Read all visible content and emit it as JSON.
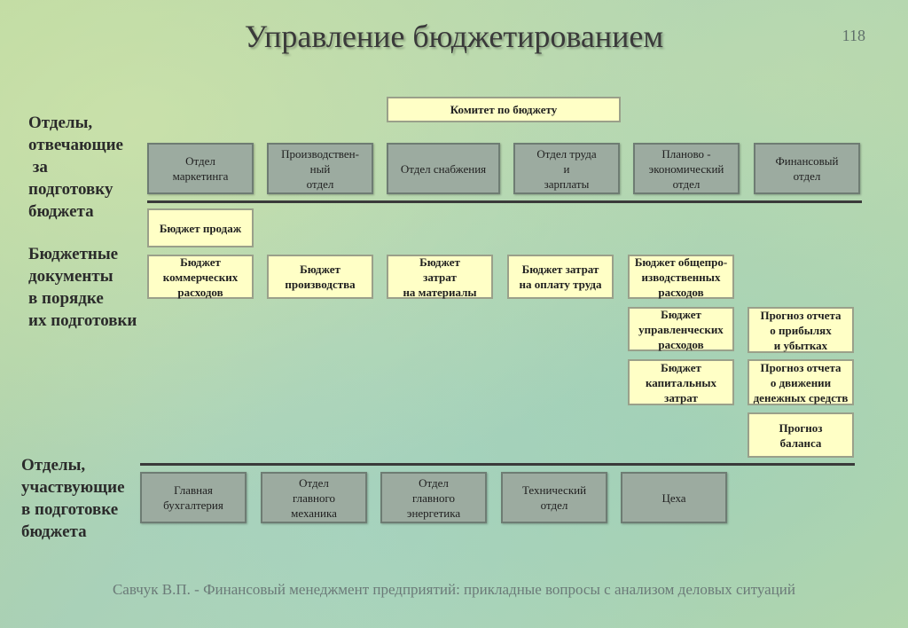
{
  "title": "Управление бюджетированием",
  "page_number": "118",
  "side_labels": {
    "responsible": "Отделы,\nотвечающие\n за\nподготовку\nбюджета",
    "documents": "Бюджетные\nдокументы\nв порядке\nих подготовки",
    "participating": "Отделы,\nучаствующие\nв подготовке\nбюджета"
  },
  "committee": "Комитет по бюджету",
  "responsible_depts": [
    "Отдел\nмаркетинга",
    "Производствен-\nный\nотдел",
    "Отдел снабжения",
    "Отдел труда\nи\nзарплаты",
    "Планово -\nэкономический\nотдел",
    "Финансовый\nотдел"
  ],
  "budgets": {
    "sales": "Бюджет продаж",
    "commercial": "Бюджет\nкоммерческих\nрасходов",
    "production": "Бюджет\nпроизводства",
    "materials": "Бюджет\nзатрат\nна материалы",
    "labor": "Бюджет затрат\nна оплату труда",
    "overhead": "Бюджет общепро-\nизводственных\nрасходов",
    "management": "Бюджет\nуправленческих\nрасходов",
    "capital": "Бюджет\nкапитальных\nзатрат",
    "pnl_forecast": "Прогноз отчета\nо прибылях\nи убытках",
    "cashflow_forecast": "Прогноз отчета\nо движении\nденежных средств",
    "balance_forecast": "Прогноз\nбаланса"
  },
  "participating_depts": [
    "Главная\nбухгалтерия",
    "Отдел\nглавного\nмеханика",
    "Отдел\nглавного\nэнергетика",
    "Технический\nотдел",
    "Цеха"
  ],
  "footer": "Савчук В.П. - Финансовый менеджмент предприятий: прикладные вопросы с анализом деловых ситуаций"
}
